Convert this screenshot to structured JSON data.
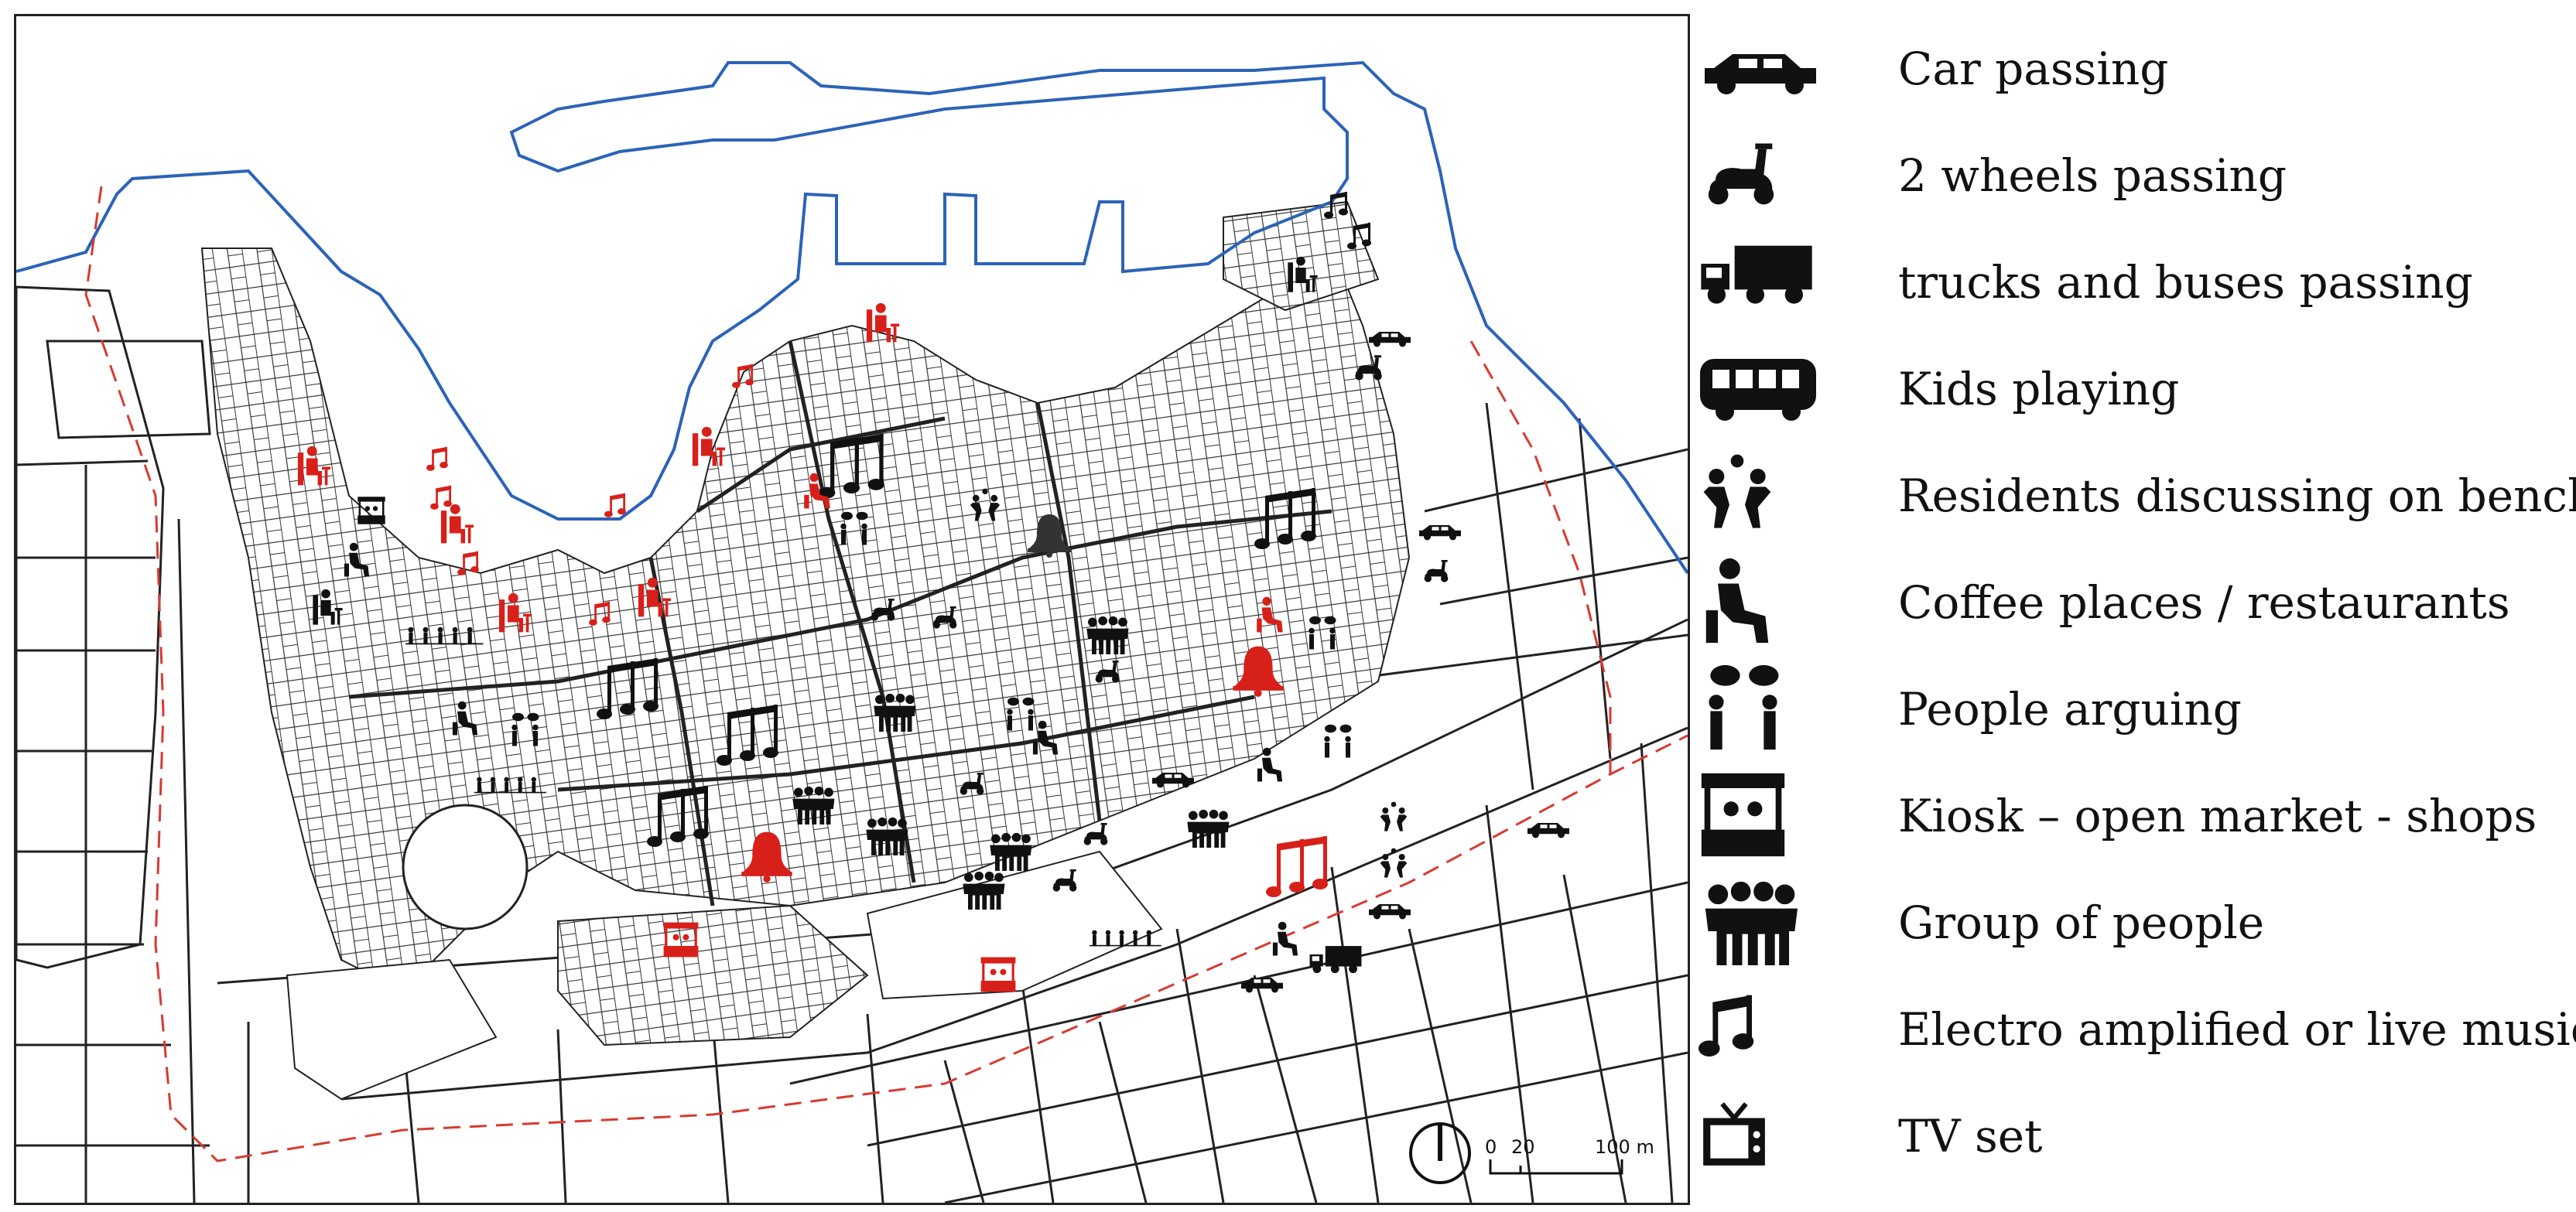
{
  "colors": {
    "coast": "#2b63b8",
    "route": "#d83a30",
    "accent_red": "#d8201a",
    "icon_black": "#111111",
    "street": "#222222"
  },
  "map": {
    "north_arrow_icon": "north-arrow-icon",
    "scale": {
      "label_0": "0",
      "label_20": "20",
      "label_100": "100 m"
    }
  },
  "legend": [
    {
      "icon": "car-icon",
      "label": "Car passing"
    },
    {
      "icon": "scooter-icon",
      "label": "2 wheels passing"
    },
    {
      "icon": "truck-icon",
      "label": "trucks and buses passing"
    },
    {
      "icon": "bus-icon",
      "label": "Kids playing"
    },
    {
      "icon": "kids-playing-icon",
      "label": "Residents discussing on benches"
    },
    {
      "icon": "bench-resident-icon",
      "label": "Coffee places / restaurants"
    },
    {
      "icon": "people-arguing-icon",
      "label": "People arguing"
    },
    {
      "icon": "kiosk-icon",
      "label": "Kiosk – open market - shops"
    },
    {
      "icon": "group-of-people-icon",
      "label": "Group of people"
    },
    {
      "icon": "music-note-icon",
      "label": "Electro amplified or live music"
    },
    {
      "icon": "tv-set-icon",
      "label": "TV set"
    }
  ]
}
